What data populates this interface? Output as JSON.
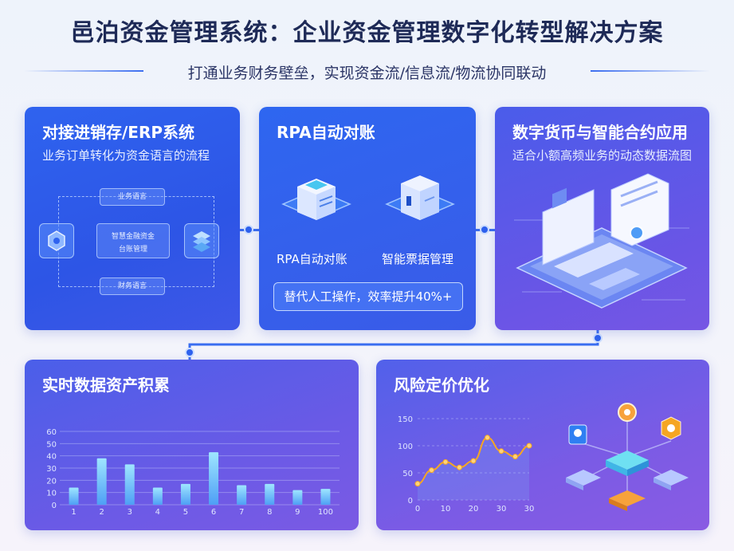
{
  "header": {
    "title": "邑泊资金管理系统：企业资金管理数字化转型解决方案",
    "subtitle": "打通业务财务壁垒，实现资金流/信息流/物流协同联动"
  },
  "card_erp": {
    "title": "对接进销存/ERP系统",
    "subtitle": "业务订单转化为资金语言的流程",
    "flow": {
      "top": "业务语言",
      "center_line1": "智慧金融资金",
      "center_line2": "台账管理",
      "bottom": "财务语言"
    }
  },
  "card_rpa": {
    "title": "RPA自动对账",
    "item1_label": "RPA自动对账",
    "item2_label": "智能票据管理",
    "highlight": "替代人工操作，效率提升40%+"
  },
  "card_digital": {
    "title": "数字货币与智能合约应用",
    "subtitle": "适合小额高频业务的动态数据流图"
  },
  "card_assets": {
    "title": "实时数据资产积累"
  },
  "card_risk": {
    "title": "风险定价优化"
  },
  "colors": {
    "primary": "#2f63ef",
    "title_text": "#1e2a57",
    "accent_orange": "#f5a623"
  },
  "chart_data": [
    {
      "type": "bar",
      "title": "实时数据资产积累",
      "ylim": [
        0,
        60
      ],
      "yticks": [
        "0",
        "10",
        "20",
        "30",
        "40",
        "50",
        "60"
      ],
      "categories": [
        "1",
        "2",
        "3",
        "4",
        "5",
        "6",
        "7",
        "8",
        "9",
        "100"
      ],
      "values": [
        14,
        38,
        33,
        14,
        17,
        43,
        16,
        17,
        12,
        13
      ]
    },
    {
      "type": "line",
      "title": "风险定价优化",
      "ylim": [
        0,
        150
      ],
      "yticks": [
        "0",
        "50",
        "100",
        "150"
      ],
      "x": [
        "0",
        "10",
        "20",
        "30",
        "30"
      ],
      "x_values": [
        0,
        5,
        10,
        15,
        20,
        25,
        30,
        35,
        40
      ],
      "values": [
        30,
        55,
        70,
        60,
        72,
        115,
        90,
        80,
        100
      ]
    }
  ]
}
